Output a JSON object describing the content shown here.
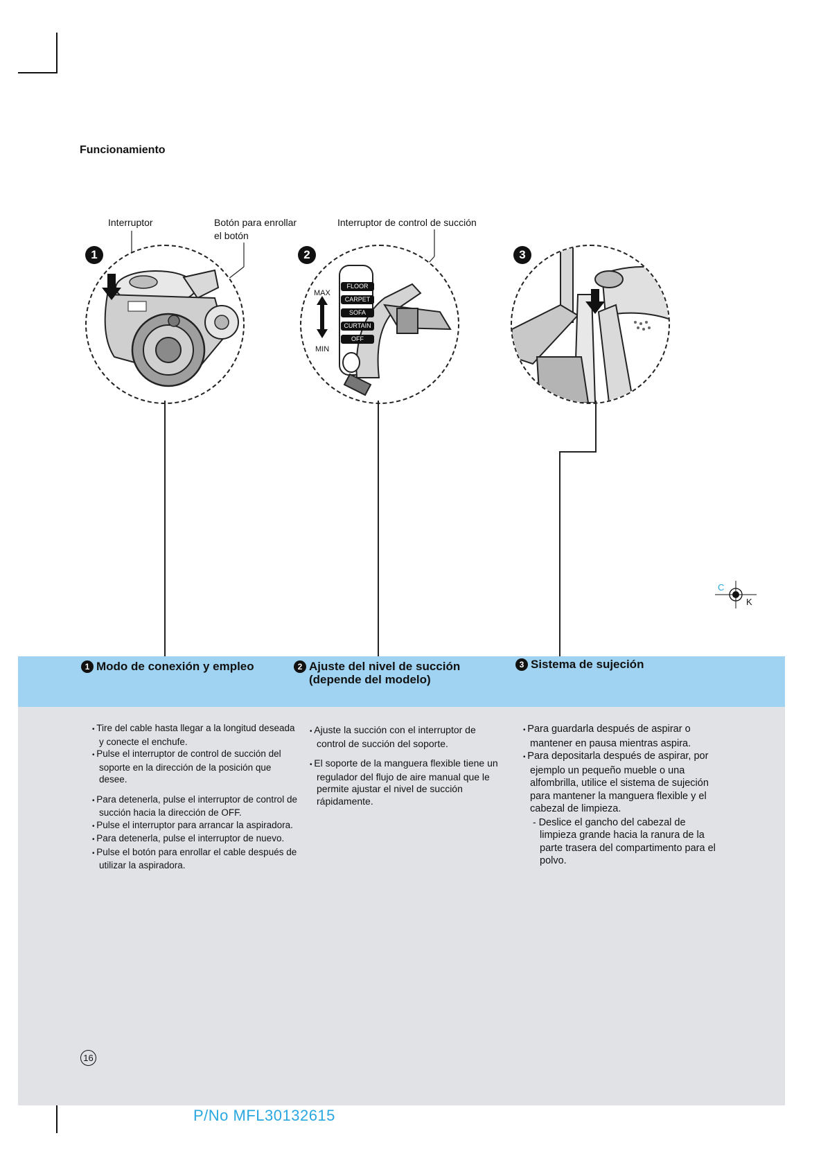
{
  "section_title": "Funcionamiento",
  "callouts": {
    "switch": "Interruptor",
    "rewind_line1": "Botón para enrollar",
    "rewind_line2": "el botón",
    "suction_control": "Interruptor de control de succión"
  },
  "step_numbers": [
    "1",
    "2",
    "3"
  ],
  "handle_panel": {
    "max": "MAX",
    "min": "MIN",
    "modes": [
      "FLOOR",
      "CARPET",
      "SOFA",
      "CURTAIN",
      "OFF"
    ]
  },
  "registration_mark": {
    "c": "C",
    "k": "K"
  },
  "columns": [
    {
      "number": "1",
      "title": "Modo de conexión y empleo",
      "items": [
        "Tire del cable hasta llegar a la longitud deseada y conecte el enchufe.",
        "Pulse el interruptor de control de succión del soporte en la dirección de la posición que desee.",
        "Para detenerla, pulse el interruptor de control de succión hacia la dirección de OFF.",
        "Pulse el interruptor para arrancar la aspiradora.",
        "Para detenerla, pulse el interruptor de nuevo.",
        "Pulse el botón para enrollar el cable después de utilizar la aspiradora."
      ]
    },
    {
      "number": "2",
      "title_line1": "Ajuste del nivel de succión",
      "title_line2": "(depende del modelo)",
      "items": [
        "Ajuste la succión con el interruptor de control de succión del soporte.",
        "El soporte de la manguera flexible tiene un regulador del flujo de aire manual que le permite ajustar el nivel de succión rápidamente."
      ]
    },
    {
      "number": "3",
      "title": "Sistema de sujeción",
      "items": [
        "Para guardarla después de aspirar o mantener en pausa mientras aspira.",
        "Para depositarla después de aspirar, por ejemplo un pequeño mueble o una alfombrilla, utilice el sistema de sujeción para mantener la manguera flexible y el cabezal de limpieza."
      ],
      "sub_item": "Deslice el gancho del cabezal de limpieza grande hacia la ranura de la parte trasera del compartimento para el polvo."
    }
  ],
  "page_number": "16",
  "part_number": "P/No MFL30132615"
}
